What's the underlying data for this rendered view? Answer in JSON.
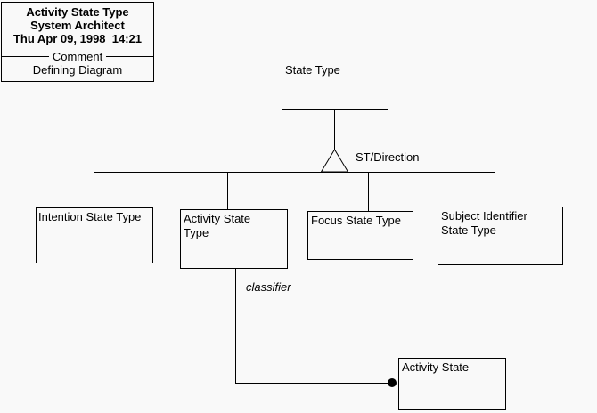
{
  "colors": {
    "background": "#f9f9f9",
    "line": "#000000",
    "text": "#000000"
  },
  "title_block": {
    "diagram_name": "Activity State Type",
    "tool_name": "System Architect",
    "timestamp": "Thu Apr 09, 1998  14:21",
    "divider_label": "Comment",
    "comment_text": "Defining Diagram"
  },
  "nodes": {
    "state_type": {
      "label": "State Type"
    },
    "intention_state_type": {
      "label": "Intention State Type"
    },
    "activity_state_type": {
      "label": "Activity State Type"
    },
    "focus_state_type": {
      "label": "Focus State Type"
    },
    "subject_identifier_state_type": {
      "label": "Subject Identifier State Type"
    },
    "activity_state": {
      "label": "Activity State"
    }
  },
  "edges": {
    "generalization_label": "ST/Direction",
    "classifier_label": "classifier"
  }
}
